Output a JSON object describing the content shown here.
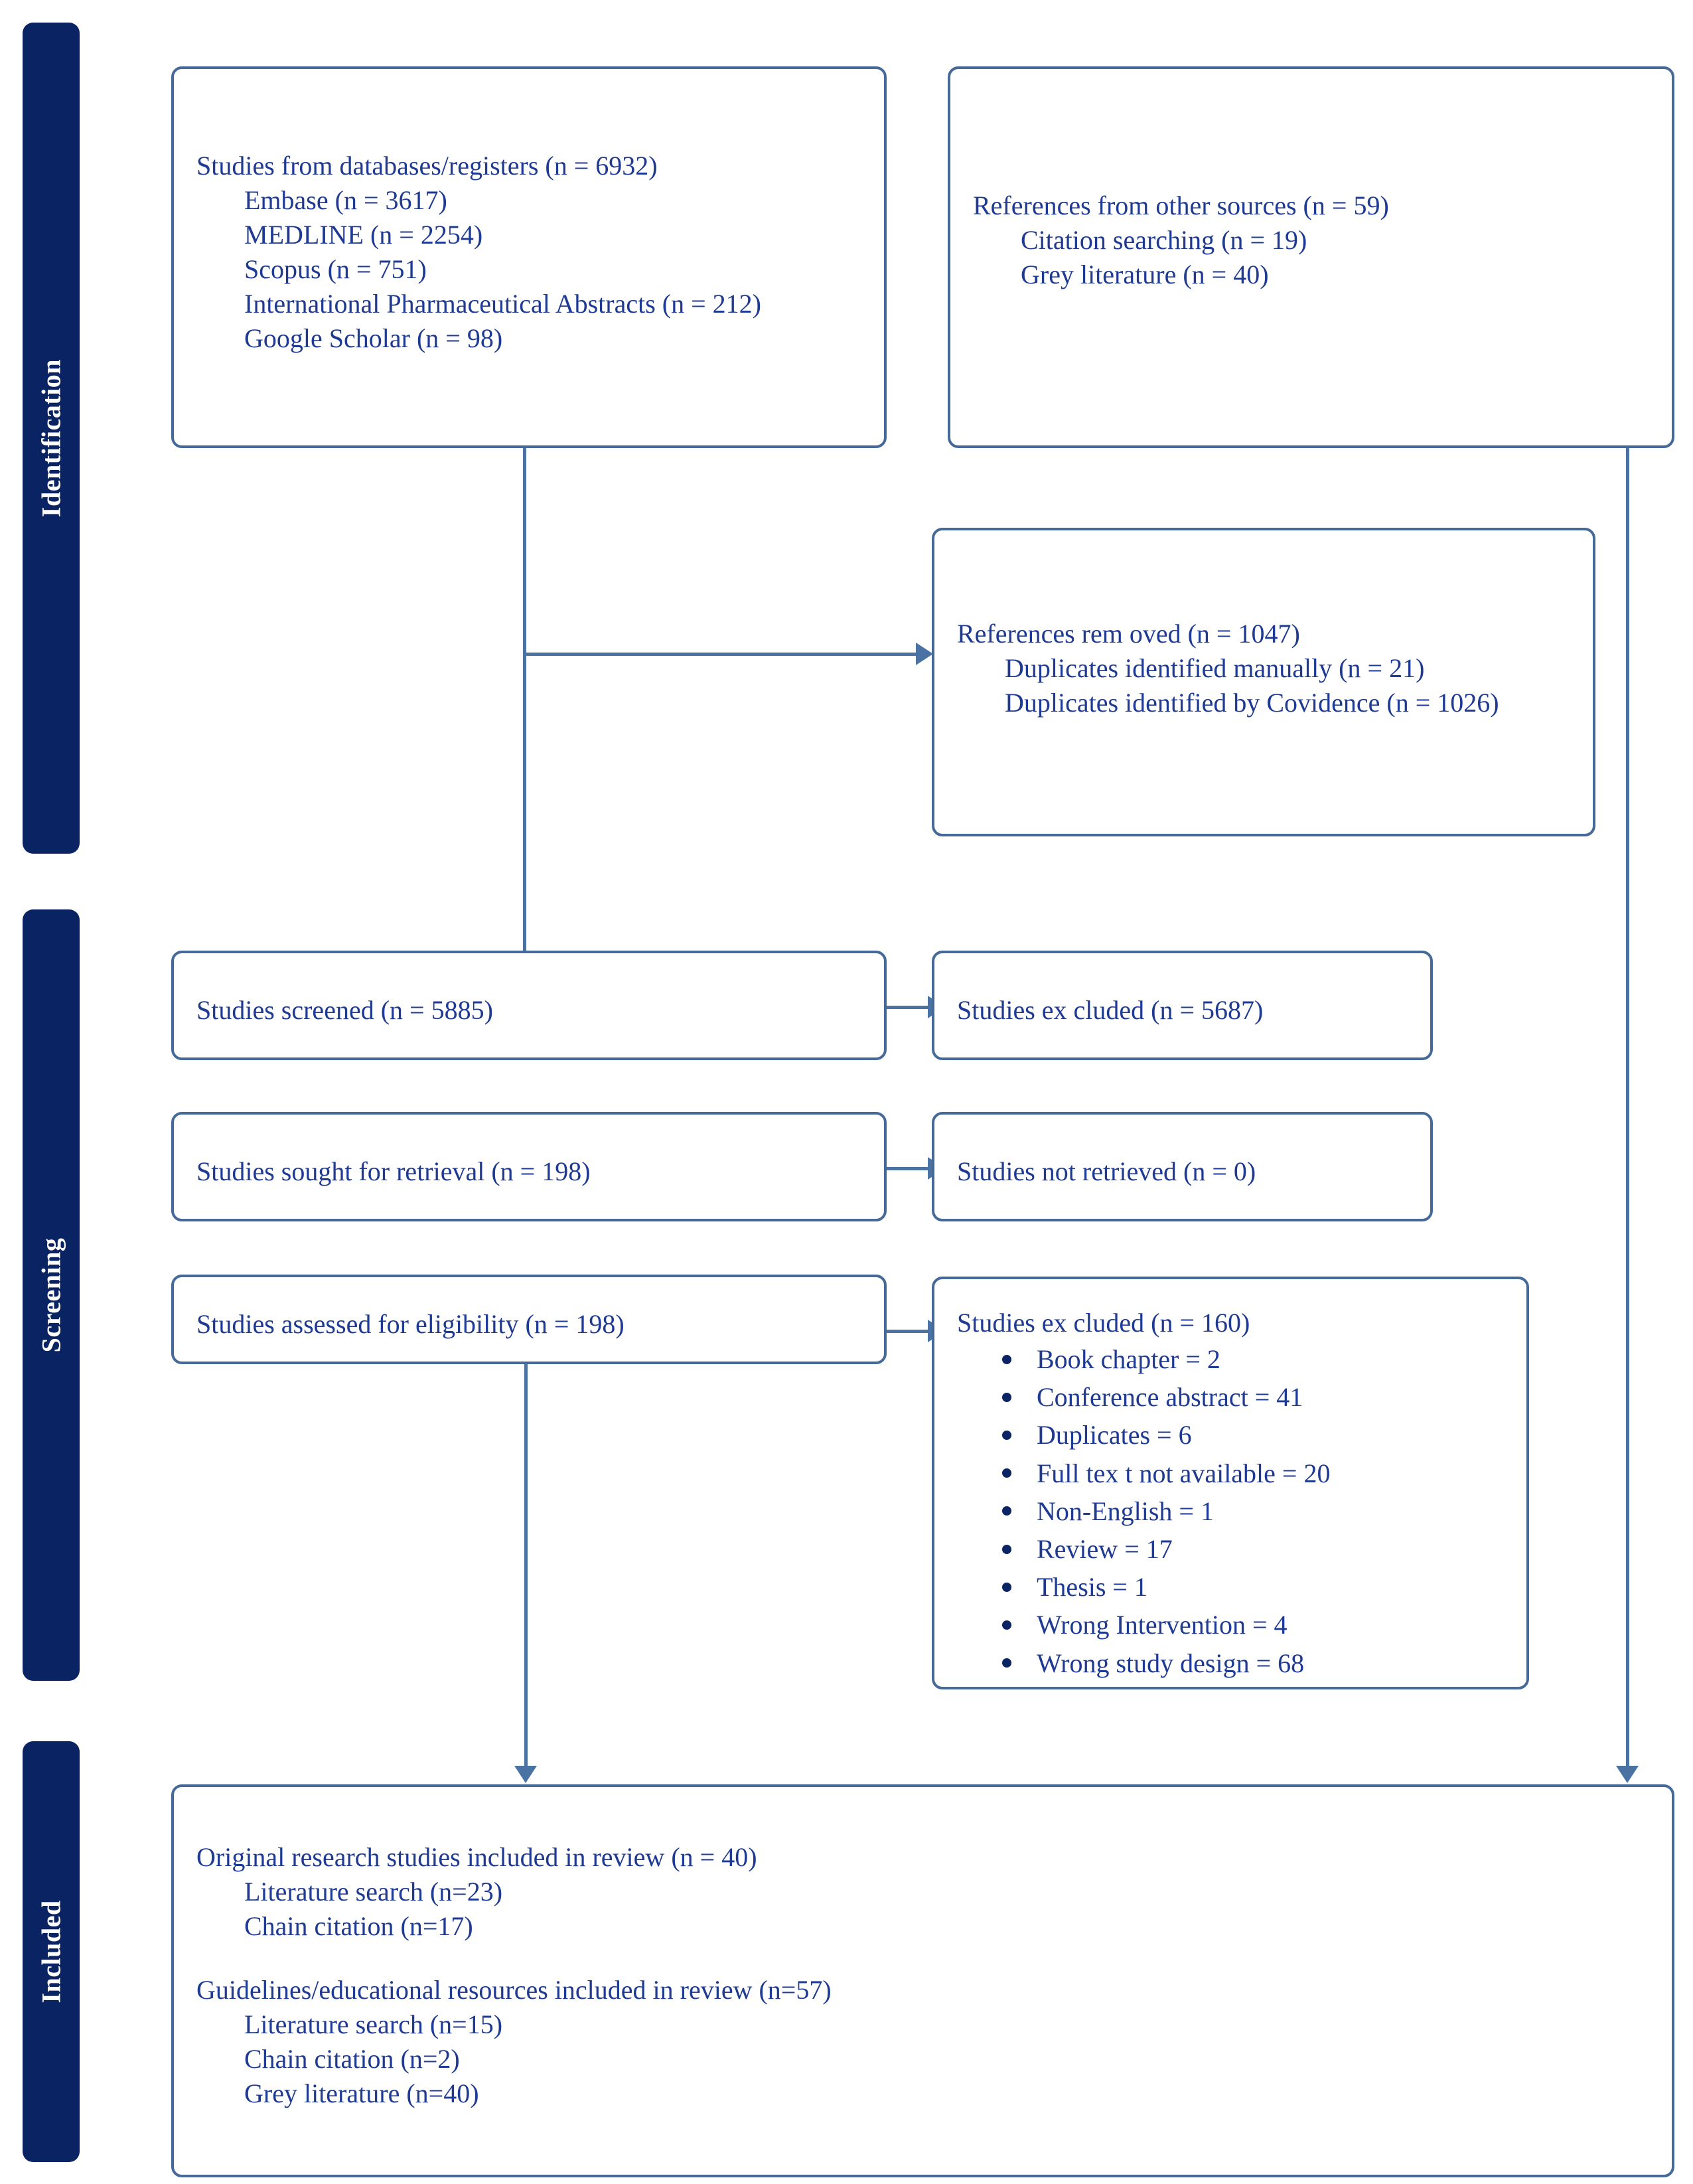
{
  "diagram": {
    "title": "PRISMA flow diagram",
    "accent_color": "#0a2463",
    "box_border_color": "#456a9a",
    "text_color": "#1f3a93",
    "connector_color": "#4a72a3"
  },
  "phases": [
    {
      "label": "Identification"
    },
    {
      "label": "Screening"
    },
    {
      "label": "Included"
    }
  ],
  "boxes": {
    "databases": {
      "heading": "Studies from  databases/registers (n = 6932)",
      "items": [
        "Embase (n = 3617)",
        "MEDLINE (n = 2254)",
        "Scopus (n = 751)",
        "International  Pharmaceutical  Abstracts (n = 212)",
        "Google Scholar (n = 98)"
      ]
    },
    "other_sources": {
      "heading": "References from  other sources (n = 59)",
      "items": [
        "Citation  searching  (n = 19)",
        "Grey literature  (n = 40)"
      ]
    },
    "references_removed": {
      "heading": "References rem oved (n = 1047)",
      "items": [
        "Duplicates identified  manually  (n = 21)",
        "Duplicates  identified  by Covidence  (n = 1026)"
      ]
    },
    "screened": {
      "heading": "Studies screened (n = 5885)"
    },
    "screen_excluded": {
      "heading": "Studies ex cluded (n = 5687)"
    },
    "sought": {
      "heading": "Studies sought for retrieval (n = 198)"
    },
    "not_retrieved": {
      "heading": "Studies not retrieved (n = 0)"
    },
    "eligibility": {
      "heading": "Studies assessed for eligibility  (n = 198)"
    },
    "full_excluded": {
      "heading": "Studies ex cluded (n = 160)",
      "reasons": [
        "Book chapter = 2",
        "Conference abstract = 41",
        "Duplicates = 6",
        "Full  tex t not available = 20",
        "Non-English  = 1",
        "Review = 17",
        "Thesis = 1",
        "Wrong Intervention = 4",
        "Wrong study design = 68"
      ]
    },
    "included": {
      "heading_original": "Original  research studies included in review  (n = 40)",
      "original_items": [
        "Literature search (n=23)",
        "Chain citation (n=17)"
      ],
      "heading_guidelines": "Guidelines/educational resources included in review  (n=57)",
      "guideline_items": [
        "Literature search (n=15)",
        "Chain citation (n=2)",
        "Grey literature (n=40)"
      ]
    }
  }
}
